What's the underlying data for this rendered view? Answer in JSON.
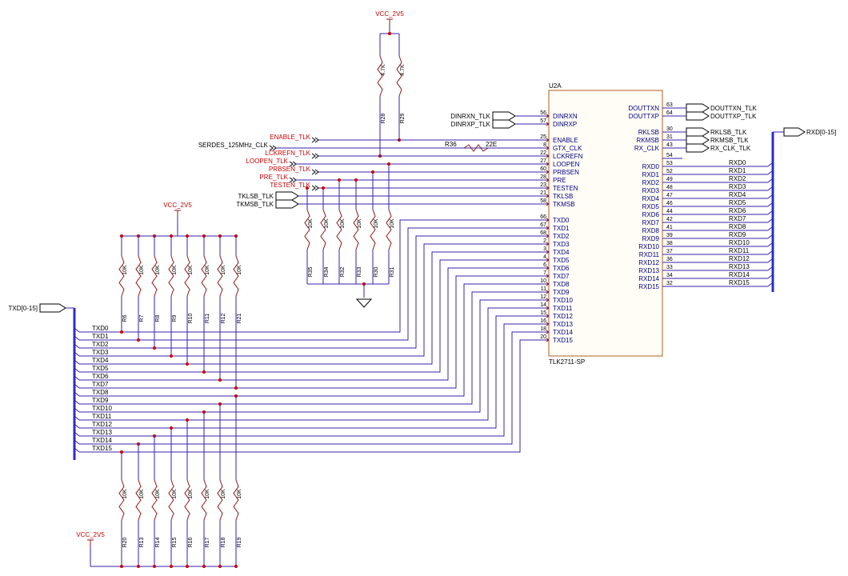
{
  "supply_label": "VCC_2V5",
  "ic": {
    "ref": "U2A",
    "part": "TLK2711-SP",
    "left_pins": [
      {
        "num": "56",
        "name": "DINRXN"
      },
      {
        "num": "57",
        "name": "DINRXP"
      },
      {
        "num": "25",
        "name": "ENABLE"
      },
      {
        "num": "8",
        "name": "GTX_CLK"
      },
      {
        "num": "22",
        "name": "LCKREFN"
      },
      {
        "num": "27",
        "name": "LOOPEN"
      },
      {
        "num": "60",
        "name": "PRBSEN"
      },
      {
        "num": "28",
        "name": "PRE"
      },
      {
        "num": "23",
        "name": "TESTEN"
      },
      {
        "num": "21",
        "name": "TKLSB"
      },
      {
        "num": "58",
        "name": "TKMSB"
      },
      {
        "num": "66",
        "name": "TXD0"
      },
      {
        "num": "67",
        "name": "TXD1"
      },
      {
        "num": "68",
        "name": "TXD2"
      },
      {
        "num": "2",
        "name": "TXD3"
      },
      {
        "num": "3",
        "name": "TXD4"
      },
      {
        "num": "4",
        "name": "TXD5"
      },
      {
        "num": "6",
        "name": "TXD6"
      },
      {
        "num": "7",
        "name": "TXD7"
      },
      {
        "num": "10",
        "name": "TXD8"
      },
      {
        "num": "11",
        "name": "TXD9"
      },
      {
        "num": "12",
        "name": "TXD10"
      },
      {
        "num": "14",
        "name": "TXD11"
      },
      {
        "num": "15",
        "name": "TXD12"
      },
      {
        "num": "16",
        "name": "TXD13"
      },
      {
        "num": "18",
        "name": "TXD14"
      },
      {
        "num": "20",
        "name": "TXD15"
      }
    ],
    "right_top_pins": [
      {
        "num": "63",
        "name": "DOUTTXN"
      },
      {
        "num": "64",
        "name": "DOUTTXP"
      },
      {
        "num": "30",
        "name": "RKLSB"
      },
      {
        "num": "31",
        "name": "RKMSB"
      },
      {
        "num": "43",
        "name": "RX_CLK"
      }
    ],
    "right_rxd_pins": [
      {
        "num": "54",
        "name": ""
      },
      {
        "num": "53",
        "name": "RXD0"
      },
      {
        "num": "52",
        "name": "RXD1"
      },
      {
        "num": "49",
        "name": "RXD2"
      },
      {
        "num": "48",
        "name": "RXD3"
      },
      {
        "num": "47",
        "name": "RXD4"
      },
      {
        "num": "46",
        "name": "RXD5"
      },
      {
        "num": "44",
        "name": "RXD6"
      },
      {
        "num": "42",
        "name": "RXD7"
      },
      {
        "num": "41",
        "name": "RXD8"
      },
      {
        "num": "39",
        "name": "RXD9"
      },
      {
        "num": "38",
        "name": "RXD10"
      },
      {
        "num": "37",
        "name": "RXD11"
      },
      {
        "num": "36",
        "name": "RXD12"
      },
      {
        "num": "33",
        "name": "RXD13"
      },
      {
        "num": "34",
        "name": "RXD14"
      },
      {
        "num": "32",
        "name": "RXD15"
      }
    ]
  },
  "nets": {
    "dinrxn": "DINRXN_TLK",
    "dinrxp": "DINRXP_TLK",
    "enable": "ENABLE_TLK",
    "serdes_clk": "SERDES_125MHz_CLK",
    "lckrefn": "LCKREFN_TLK",
    "loopen": "LOOPEN_TLK",
    "prbsen": "PRBSEN_TLK",
    "pre": "PRE_TLK",
    "testen": "TESTEN_TLK",
    "tklsb": "TKLSB_TLK",
    "tkmsb": "TKMSB_TLK",
    "douttxn": "DOUTTXN_TLK",
    "douttxp": "DOUTTXP_TLK",
    "rklsb": "RKLSB_TLK",
    "rkmsb": "RKMSB_TLK",
    "rx_clk": "RX_CLK_TLK",
    "txd_bus": "TXD[0-15]",
    "rxd_bus": "RXD[0-15]"
  },
  "txd_wires": [
    "TXD0",
    "TXD1",
    "TXD2",
    "TXD3",
    "TXD4",
    "TXD5",
    "TXD6",
    "TXD7",
    "TXD8",
    "TXD9",
    "TXD10",
    "TXD11",
    "TXD12",
    "TXD13",
    "TXD14",
    "TXD15"
  ],
  "rxd_wires": [
    "RXD0",
    "RXD1",
    "RXD2",
    "RXD3",
    "RXD4",
    "RXD5",
    "RXD6",
    "RXD7",
    "RXD8",
    "RXD9",
    "RXD10",
    "RXD11",
    "RXD12",
    "RXD13",
    "RXD14",
    "RXD15"
  ],
  "pullups_top": [
    {
      "ref": "R28",
      "value": "4.7K"
    },
    {
      "ref": "R29",
      "value": "4.7K"
    }
  ],
  "series_resistor": {
    "ref": "R36",
    "value": "22E"
  },
  "pulldowns_ctrl": [
    {
      "ref": "R35",
      "value": "10K"
    },
    {
      "ref": "R34",
      "value": "10K"
    },
    {
      "ref": "R32",
      "value": "10K"
    },
    {
      "ref": "R33",
      "value": "10K"
    },
    {
      "ref": "R30",
      "value": "10K"
    },
    {
      "ref": "R31",
      "value": "10K"
    }
  ],
  "txd_pullups_upper": [
    {
      "ref": "R6",
      "value": "10K"
    },
    {
      "ref": "R7",
      "value": "10K"
    },
    {
      "ref": "R8",
      "value": "10K"
    },
    {
      "ref": "R9",
      "value": "10K"
    },
    {
      "ref": "R10",
      "value": "10K"
    },
    {
      "ref": "R11",
      "value": "10K"
    },
    {
      "ref": "R12",
      "value": "10K"
    },
    {
      "ref": "R21",
      "value": "10K"
    }
  ],
  "txd_pullups_lower": [
    {
      "ref": "R20",
      "value": "10K"
    },
    {
      "ref": "R13",
      "value": "10K"
    },
    {
      "ref": "R14",
      "value": "10K"
    },
    {
      "ref": "R15",
      "value": "10K"
    },
    {
      "ref": "R16",
      "value": "10K"
    },
    {
      "ref": "R17",
      "value": "10K"
    },
    {
      "ref": "R18",
      "value": "10K"
    },
    {
      "ref": "R19",
      "value": "10K"
    }
  ]
}
